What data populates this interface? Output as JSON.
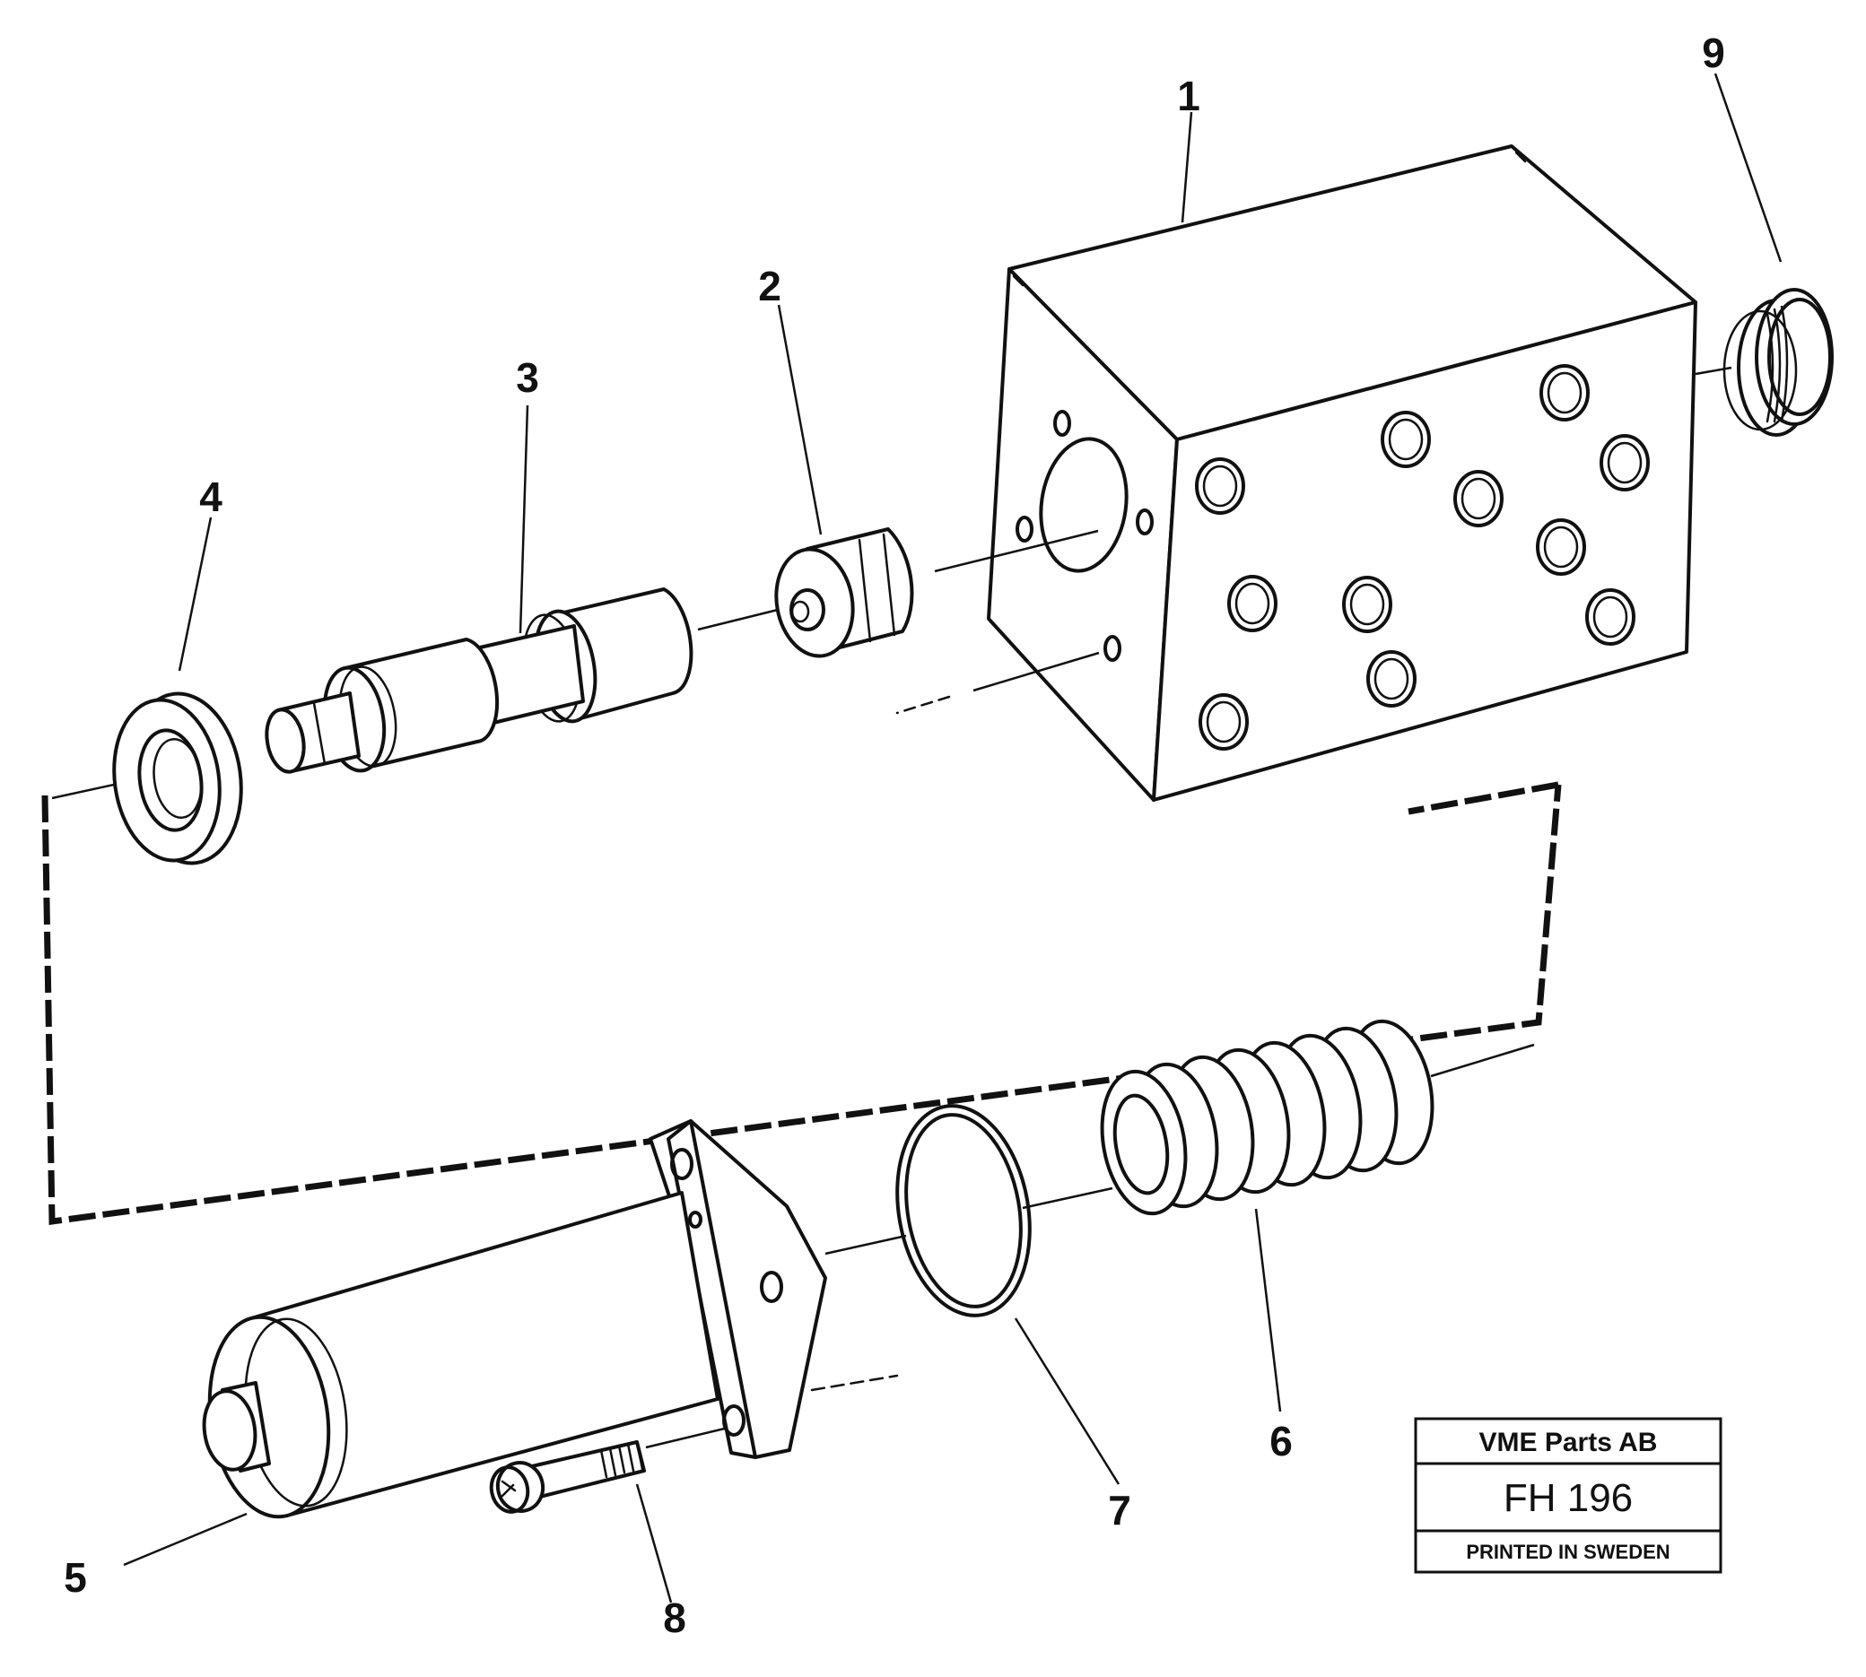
{
  "callouts": {
    "c1": "1",
    "c2": "2",
    "c3": "3",
    "c4": "4",
    "c5": "5",
    "c6": "6",
    "c7": "7",
    "c8": "8",
    "c9": "9"
  },
  "stamp": {
    "company": "VME Parts AB",
    "code": "FH 196",
    "printed": "PRINTED IN SWEDEN"
  }
}
